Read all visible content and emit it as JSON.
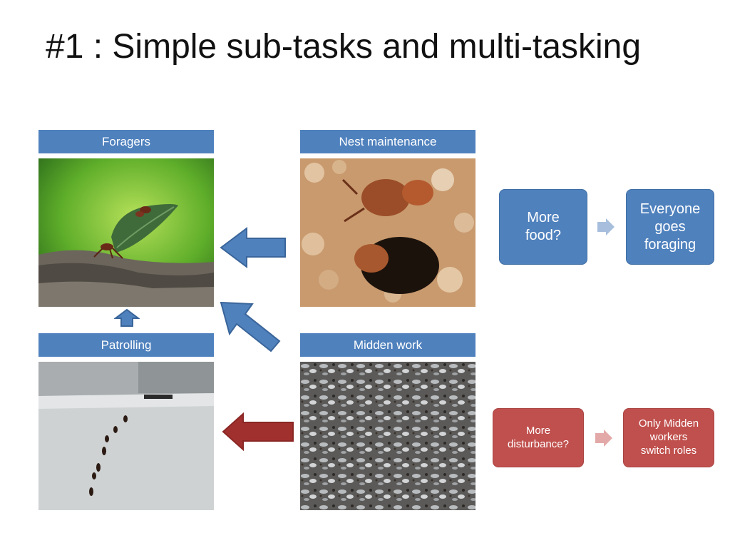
{
  "slide": {
    "title": "#1 : Simple sub-tasks and multi-tasking"
  },
  "tasks": [
    {
      "label": "Foragers",
      "image": "leafcutter-ant-carrying-leaf"
    },
    {
      "label": "Nest maintenance",
      "image": "ants-digging-sand"
    },
    {
      "label": "Patrolling",
      "image": "ants-trail-on-wall"
    },
    {
      "label": "Midden work",
      "image": "midden-debris-texture"
    }
  ],
  "flows": {
    "food": {
      "question": "More\nfood?",
      "result": "Everyone\ngoes\nforaging",
      "color": "#4f81bd"
    },
    "disturbance": {
      "question": "More\ndisturbance?",
      "result": "Only Midden\nworkers\nswitch roles",
      "color": "#c0504d"
    }
  },
  "colors": {
    "label_bg": "#4f81bd",
    "blue_arrow": "#4f81bd",
    "red_arrow": "#a0302e",
    "chevron_blue": "#a7bfdc",
    "chevron_red": "#e3a9a8"
  }
}
